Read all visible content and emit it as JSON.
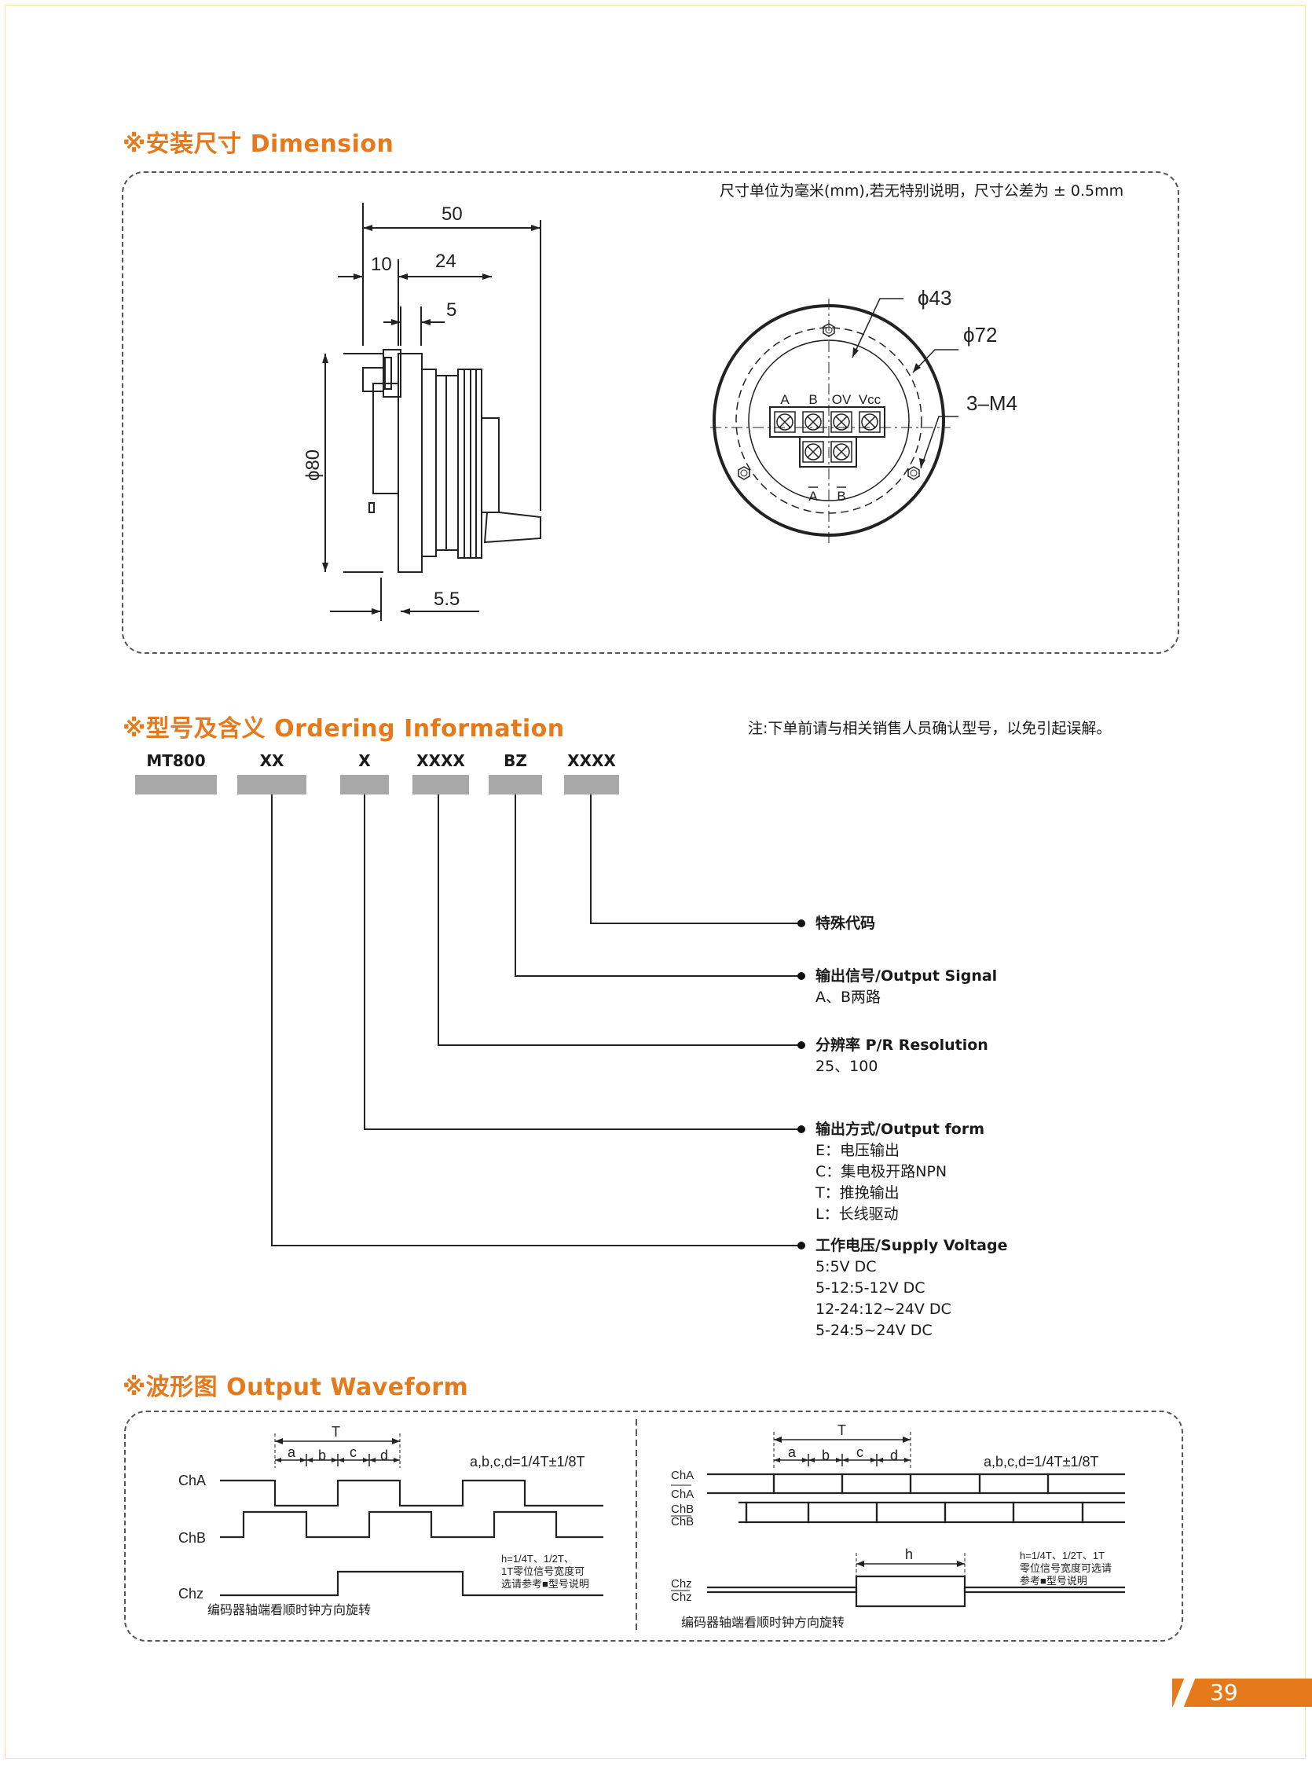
{
  "dimension": {
    "title": "※安装尺寸 Dimension",
    "unit_note": "尺寸单位为毫米(mm),若无特别说明，尺寸公差为 ± 0.5mm",
    "side_view": {
      "w50": "50",
      "w10": "10",
      "w24": "24",
      "w5": "5",
      "w5_5": "5.5",
      "dia80": "ϕ80"
    },
    "front_view": {
      "dia43": "ϕ43",
      "dia72": "ϕ72",
      "m4": "3–M4",
      "terminals_top": [
        "A",
        "B",
        "OV",
        "Vcc"
      ],
      "terminals_bottom": [
        "A",
        "B"
      ]
    }
  },
  "ordering": {
    "title": "※型号及含义 Ordering Information",
    "note": "注:下单前请与相关销售人员确认型号，以免引起误解。",
    "codes": [
      "MT800",
      "XX",
      "X",
      "XXXX",
      "BZ",
      "XXXX"
    ],
    "items": [
      {
        "head": "特殊代码",
        "lines": []
      },
      {
        "head": "输出信号/Output Signal",
        "lines": [
          "A、B两路"
        ]
      },
      {
        "head": "分辨率 P/R Resolution",
        "lines": [
          "25、100"
        ]
      },
      {
        "head": "输出方式/Output form",
        "lines": [
          "E：电压输出",
          "C：集电极开路NPN",
          "T：推挽输出",
          "L：长线驱动"
        ]
      },
      {
        "head": "工作电压/Supply Voltage",
        "lines": [
          "5:5V DC",
          "5-12:5-12V DC",
          "12-24:12~24V DC",
          "5-24:5~24V DC"
        ]
      }
    ]
  },
  "waveform": {
    "title": "※波形图 Output Waveform",
    "left": {
      "T": "T",
      "abcd": [
        "a",
        "b",
        "c",
        "d"
      ],
      "formula": "a,b,c,d=1/4T±1/8T",
      "chA": "ChA",
      "chB": "ChB",
      "chZ": "Chz",
      "note": [
        "h=1/4T、1/2T、",
        "1T零位信号宽度可",
        "选请参考■型号说明"
      ],
      "caption": "编码器轴端看顺时钟方向旋转"
    },
    "right": {
      "T": "T",
      "abcd": [
        "a",
        "b",
        "c",
        "d"
      ],
      "formula": "a,b,c,d=1/4T±1/8T",
      "chA": "ChA",
      "chAn": "ChA",
      "chB": "ChB",
      "chBn": "ChB",
      "chZ": "Chz",
      "chZn": "Chz",
      "h": "h",
      "note": [
        "h=1/4T、1/2T、1T",
        "零位信号宽度可选请",
        "参考■型号说明"
      ],
      "caption": "编码器轴端看顺时钟方向旋转"
    }
  },
  "page_number": "39",
  "colors": {
    "accent": "#e57a1c",
    "bar": "#a8a8a8"
  }
}
